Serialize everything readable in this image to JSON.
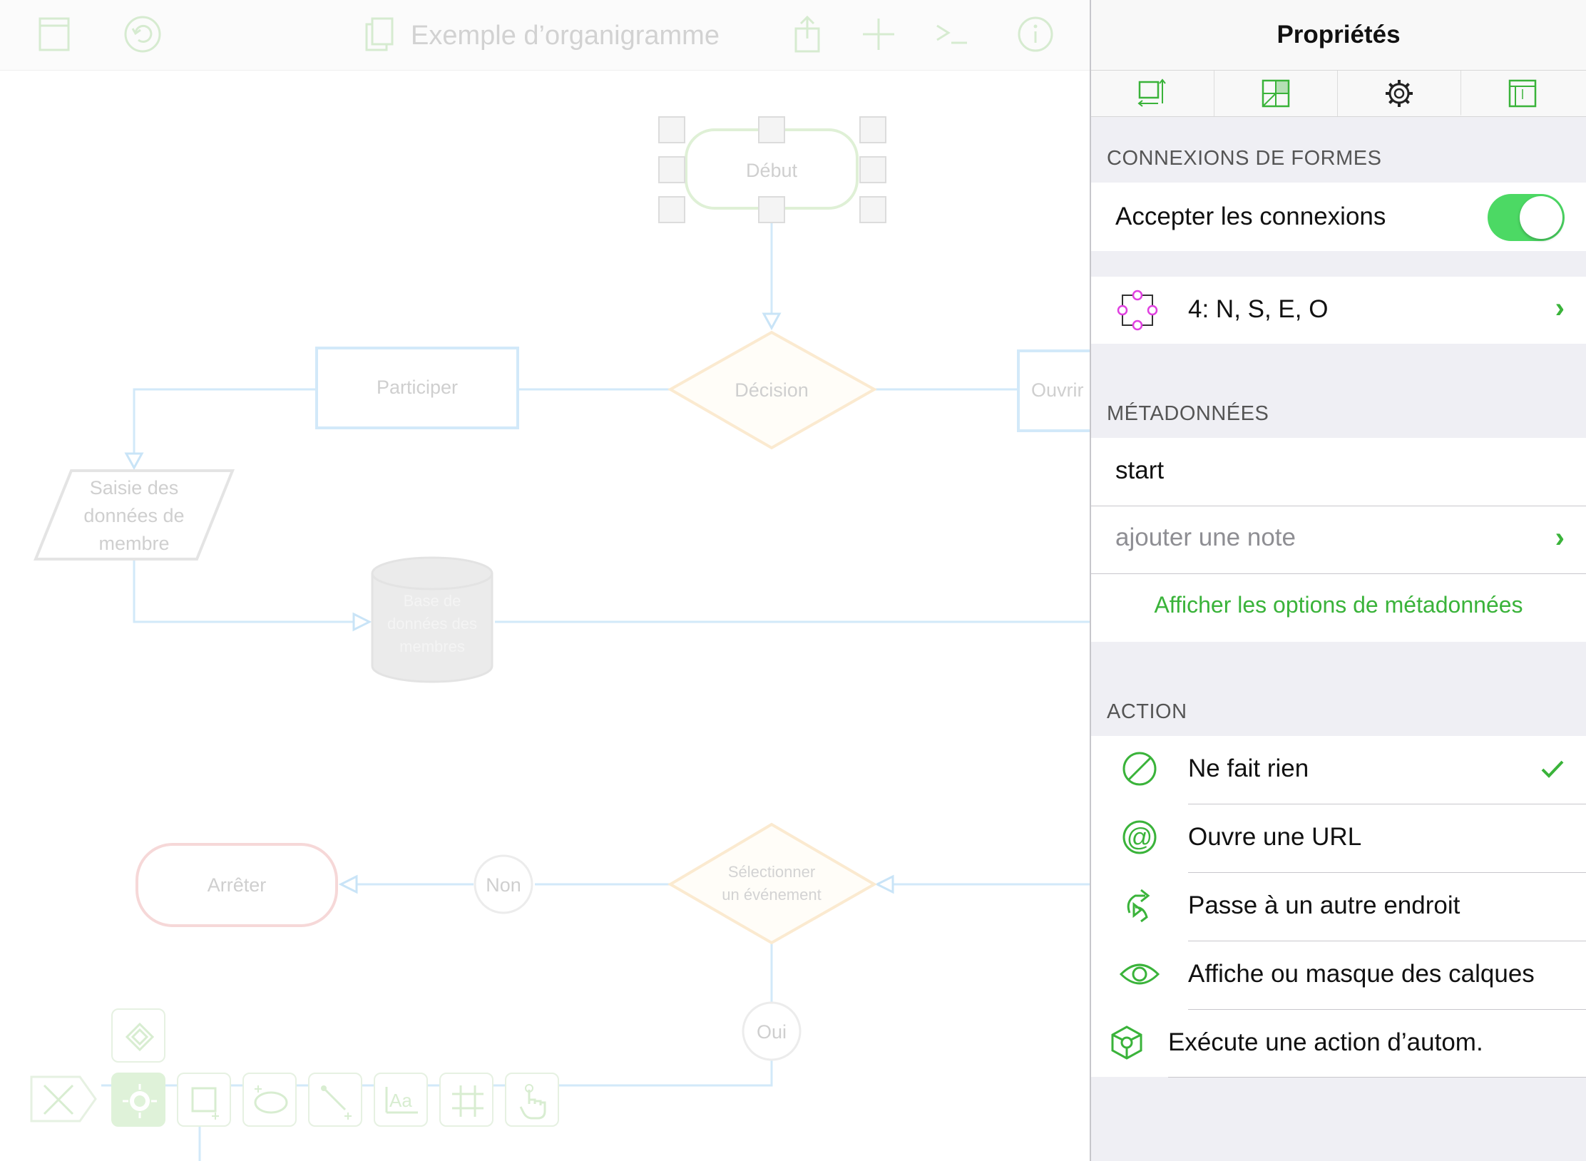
{
  "canvas": {
    "toolbar": {
      "document_title": "Exemple d’organigramme",
      "icons": [
        "sidebar-icon",
        "undo-icon",
        "document-icon",
        "share-icon",
        "add-icon",
        "console-icon",
        "info-icon"
      ]
    },
    "shapes": {
      "start": "Début",
      "decision": "Décision",
      "participate": "Participer",
      "open": "Ouvrir",
      "input_line1": "Saisie des",
      "input_line2": "données de",
      "input_line3": "membre",
      "db_line1": "Base de",
      "db_line2": "données des",
      "db_line3": "membres",
      "stop": "Arrêter",
      "no": "Non",
      "yes": "Oui",
      "select_line1": "Sélectionner",
      "select_line2": "un événement"
    },
    "tool_palette": [
      "selection-tool",
      "style-tool",
      "shape-tool",
      "diagram-tool",
      "pen-tool",
      "text-tool",
      "grid-tool",
      "hand-tool"
    ]
  },
  "inspector": {
    "title": "Propriétés",
    "tabs": [
      "geometry-tab",
      "style-tab",
      "properties-tab",
      "canvas-tab"
    ],
    "selected_tab": "properties-tab",
    "connections": {
      "header": "CONNEXIONS DE FORMES",
      "accept_label": "Accepter les connexions",
      "accept_on": true,
      "magnets_label": "4: N, S, E, O"
    },
    "metadata": {
      "header": "MÉTADONNÉES",
      "name_value": "start",
      "note_placeholder": "ajouter une note",
      "options_link": "Afficher les options de métadonnées"
    },
    "action": {
      "header": "ACTION",
      "items": [
        {
          "label": "Ne fait rien",
          "icon": "prohibit-icon",
          "selected": true
        },
        {
          "label": "Ouvre une URL",
          "icon": "at-icon",
          "selected": false
        },
        {
          "label": "Passe à un autre endroit",
          "icon": "jump-icon",
          "selected": false
        },
        {
          "label": "Affiche ou masque des calques",
          "icon": "eye-icon",
          "selected": false
        },
        {
          "label": "Exécute une action d’autom.",
          "icon": "automation-icon",
          "selected": false
        }
      ]
    },
    "colors": {
      "accent": "#3ab33a",
      "toggle_on": "#4cd964",
      "magnet": "#e040e0"
    }
  }
}
